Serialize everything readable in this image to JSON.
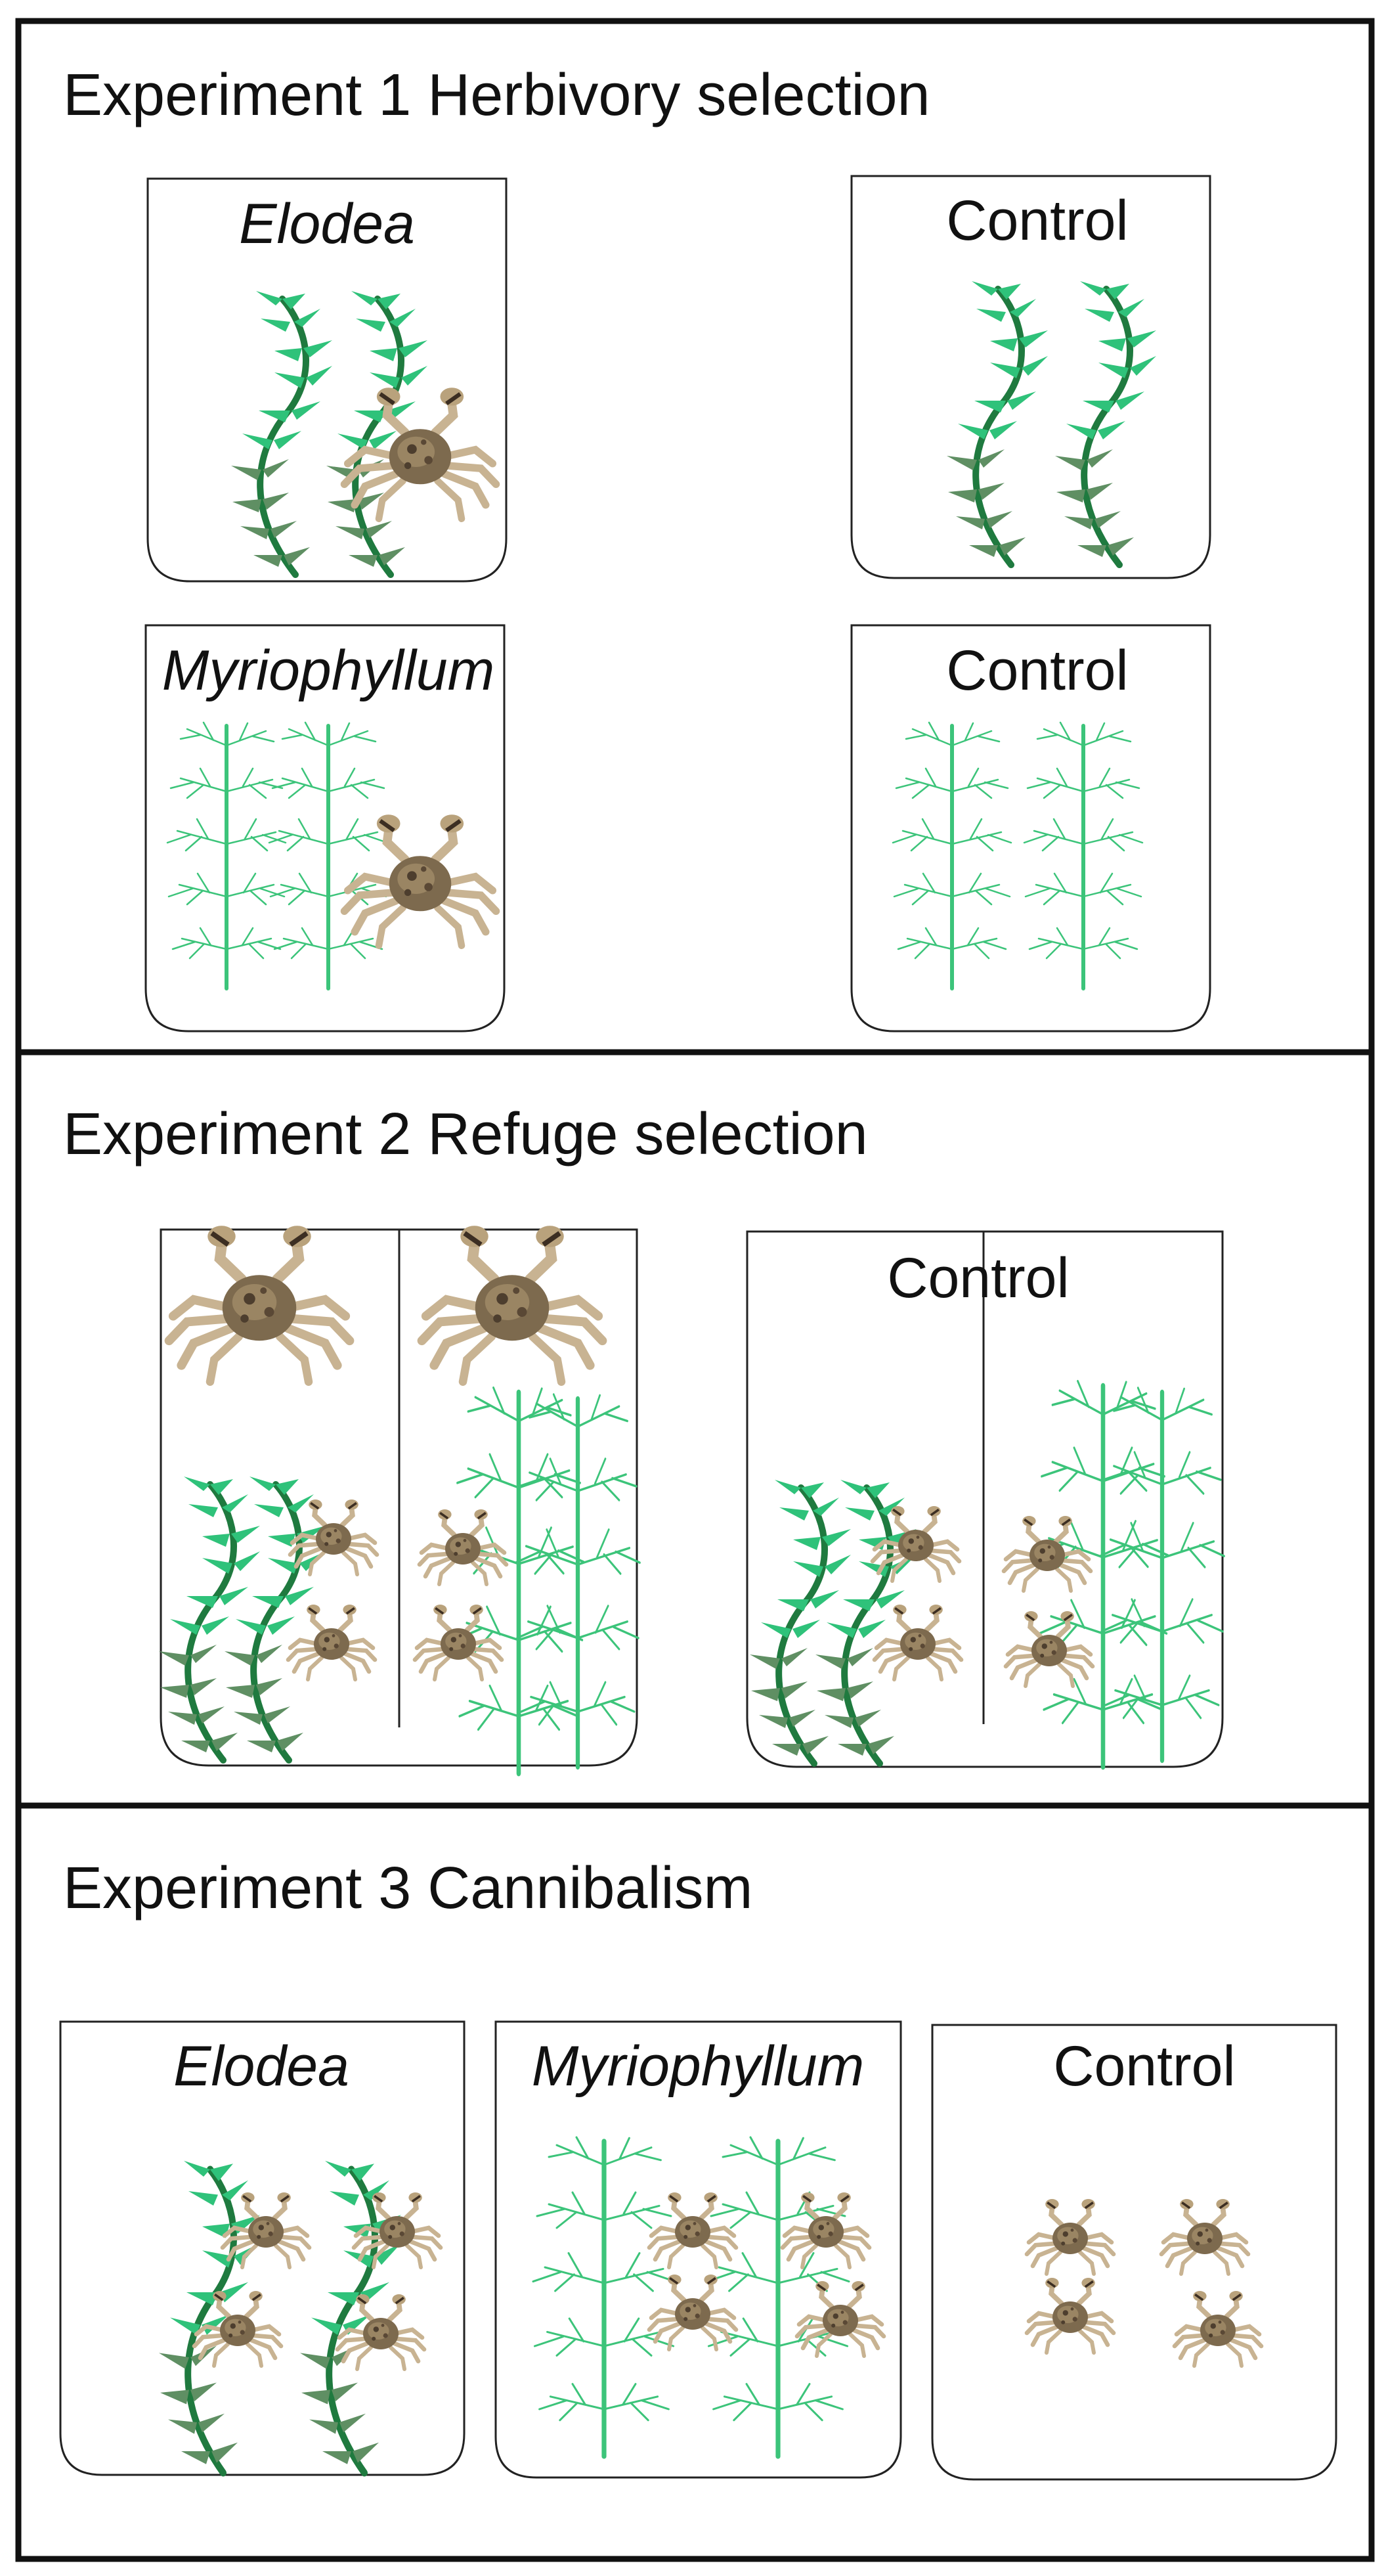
{
  "experiments": [
    {
      "title": "Experiment 1 Herbivory selection",
      "panels": [
        {
          "label": "Elodea",
          "italic": true
        },
        {
          "label": "Control",
          "italic": false
        },
        {
          "label": "Myriophyllum",
          "italic": true
        },
        {
          "label": "Control",
          "italic": false
        }
      ]
    },
    {
      "title": "Experiment 2 Refuge selection",
      "panels": [
        {
          "label": "",
          "italic": false
        },
        {
          "label": "Control",
          "italic": false
        }
      ]
    },
    {
      "title": "Experiment 3 Cannibalism",
      "panels": [
        {
          "label": "Elodea",
          "italic": true
        },
        {
          "label": "Myriophyllum",
          "italic": true
        },
        {
          "label": "Control",
          "italic": false
        }
      ]
    }
  ],
  "colors": {
    "elodea_stem": "#1f7a3f",
    "elodea_leaf_light": "#2fc27a",
    "elodea_leaf_dark": "#5f8f63",
    "myriophyllum": "#3cc47a",
    "crab_shell": "#7d6a4e",
    "crab_leg": "#c8b392",
    "crab_dark": "#3c2e22"
  },
  "icons": [
    "crab-icon",
    "elodea-plant-icon",
    "myriophyllum-plant-icon"
  ]
}
